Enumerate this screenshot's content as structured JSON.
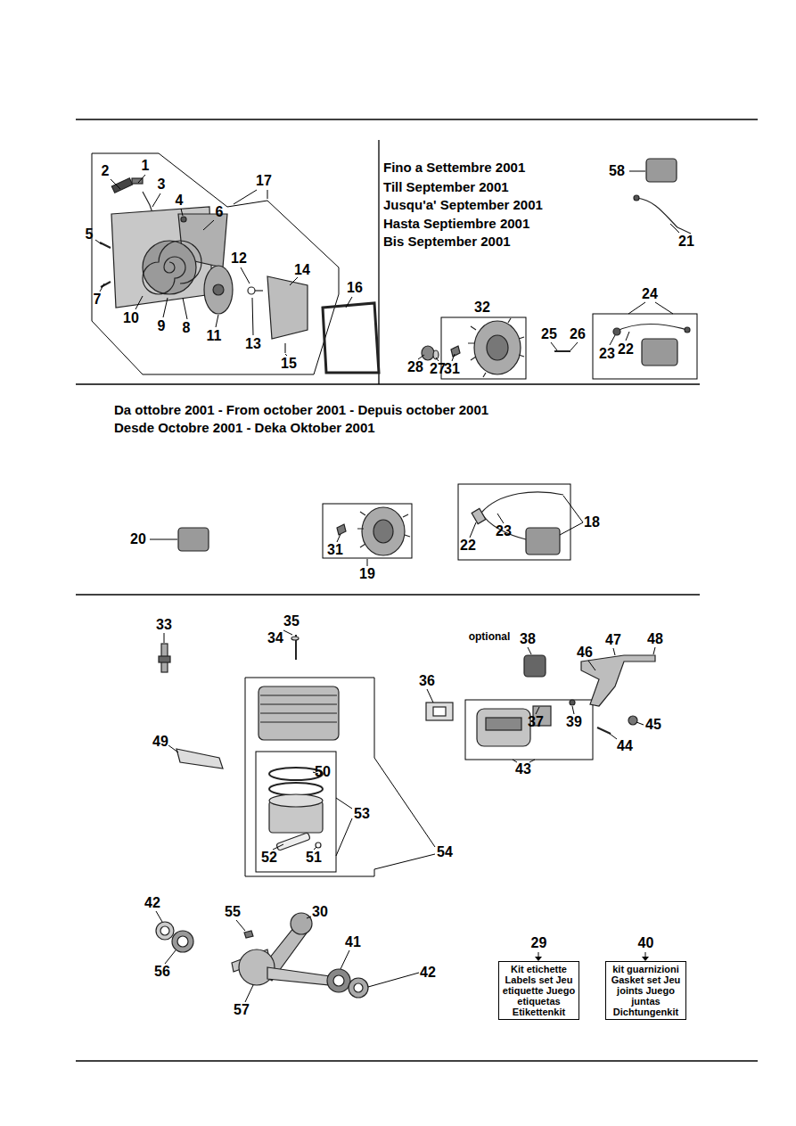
{
  "diagram": {
    "nodes": [
      {
        "text": [
          "29",
          "Kit etichette Labels set Jeu etiquette Juego etiquetas Etikettenkit"
        ]
      },
      {
        "text": [
          "40",
          "kit guarnizioni Gasket set Jeu joints Juego juntas Dichtungenkit"
        ]
      }
    ],
    "labels": [
      "2",
      "1",
      "3",
      "17",
      "4",
      "6",
      "5",
      "12",
      "14",
      "16",
      "7",
      "10",
      "9",
      "8",
      "11",
      "13",
      "15",
      "Fino a Settembre 2001",
      "Till September 2001",
      "Jusqu'a' September 2001",
      "Hasta Septiembre 2001",
      "Bis September 2001",
      "58",
      "21",
      "24",
      "32",
      "25",
      "26",
      "22",
      "23",
      "28",
      "27",
      "31",
      "Da ottobre 2001 - From october 2001 - Depuis october 2001",
      "Desde Octobre 2001 - Deka Oktober 2001",
      "18",
      "20",
      "23",
      "22",
      "31",
      "19",
      "33",
      "35",
      "optional",
      "38",
      "47",
      "48",
      "34",
      "46",
      "36",
      "37",
      "39",
      "45",
      "44",
      "49",
      "43",
      "50",
      "53",
      "54",
      "52",
      "51",
      "42",
      "55",
      "30",
      "41",
      "42",
      "56",
      "57"
    ]
  }
}
